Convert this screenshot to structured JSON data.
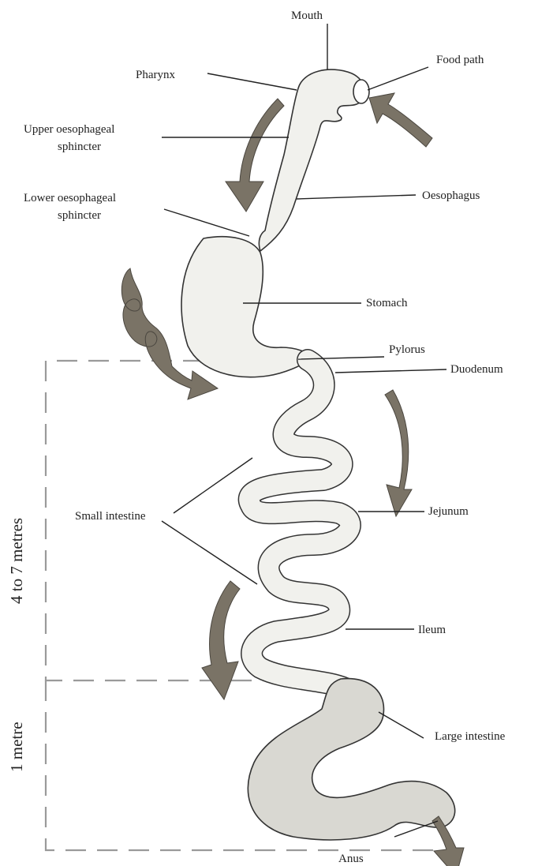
{
  "labels": {
    "mouth": "Mouth",
    "food_path": "Food path",
    "pharynx": "Pharynx",
    "upper_sphincter_line1": "Upper oesophageal",
    "upper_sphincter_line2": "sphincter",
    "lower_sphincter_line1": "Lower oesophageal",
    "lower_sphincter_line2": "sphincter",
    "oesophagus": "Oesophagus",
    "stomach": "Stomach",
    "pylorus": "Pylorus",
    "duodenum": "Duodenum",
    "small_intestine": "Small intestine",
    "jejunum": "Jejunum",
    "ileum": "Ileum",
    "large_intestine": "Large intestine",
    "anus": "Anus"
  },
  "measurements": {
    "small_intestine_length": "4 to 7 metres",
    "large_intestine_length": "1 metre"
  },
  "colors": {
    "organ_fill": "#f1f1ed",
    "large_intestine_fill": "#d9d8d2",
    "arrow_fill": "#7a7366",
    "dashed_bracket": "#9a9a9a"
  }
}
